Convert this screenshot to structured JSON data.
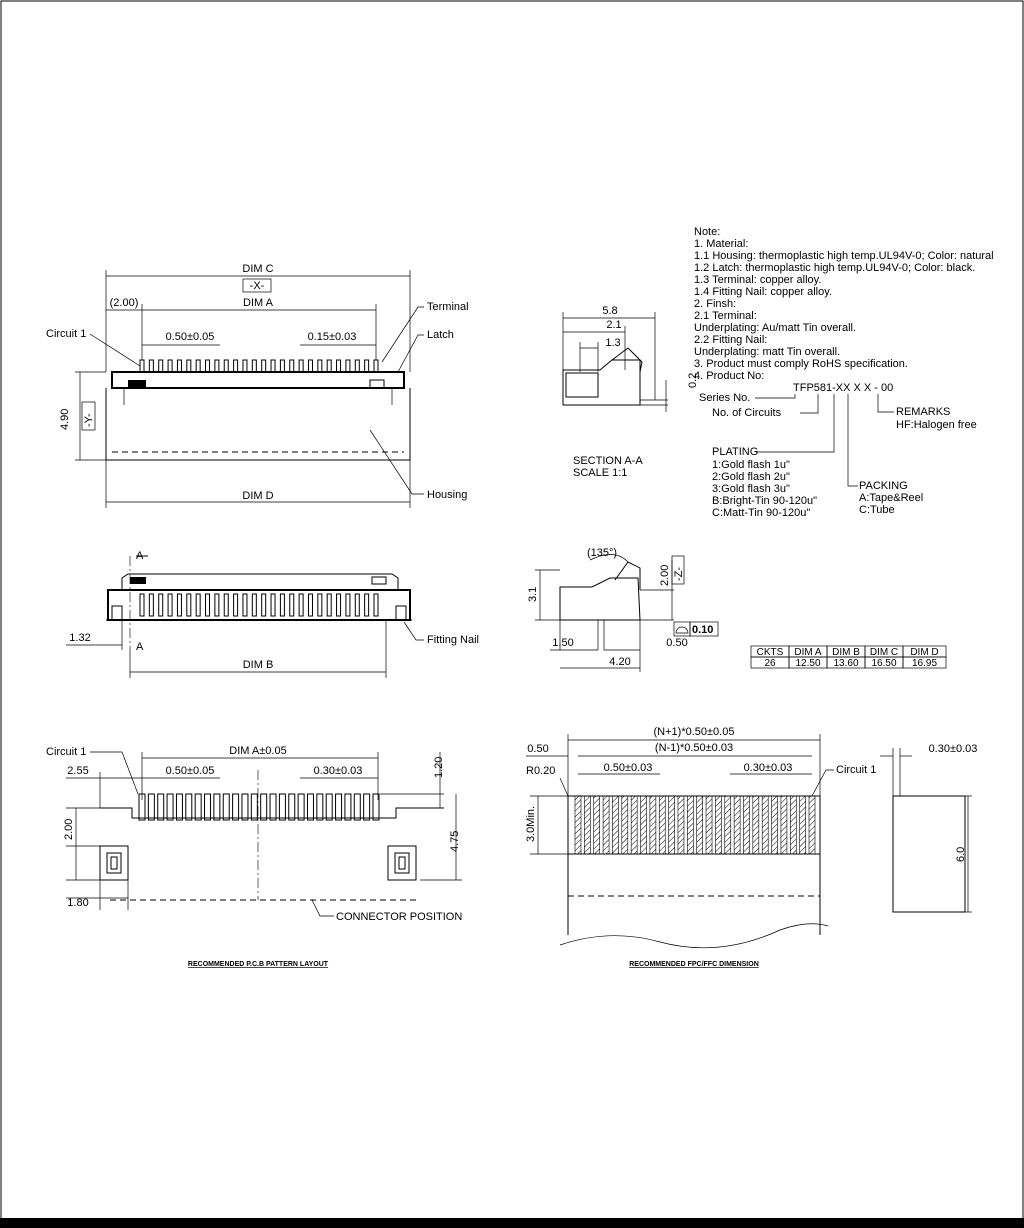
{
  "top_view": {
    "dim_c": "DIM C",
    "datum_x": "-X-",
    "pitch_dim": "(2.00)",
    "dim_a": "DIM A",
    "pitch_050": "0.50±0.05",
    "width_015": "0.15±0.03",
    "circuit1": "Circuit 1",
    "terminal": "Terminal",
    "latch": "Latch",
    "height": "4.90",
    "datum_y": "-Y-",
    "housing": "Housing",
    "dim_d": "DIM D"
  },
  "section": {
    "d58": "5.8",
    "d21": "2.1",
    "d13": "1.3",
    "d02": "0.2",
    "title": "SECTION A-A",
    "scale": "SCALE    1:1"
  },
  "notes": {
    "lines": [
      "Note:",
      "1. Material:",
      "  1.1 Housing: thermoplastic high temp.UL94V-0; Color: natural",
      "  1.2 Latch: thermoplastic high temp.UL94V-0; Color: black.",
      "  1.3 Terminal: copper alloy.",
      "  1.4 Fitting Nail: copper alloy.",
      "2. Finsh:",
      "  2.1 Terminal:",
      "        Underplating: Au/matt Tin overall.",
      "  2.2 Fitting Nail:",
      "        Underplating: matt Tin overall.",
      "3. Product must comply  RoHS specification.",
      "4. Product No:"
    ]
  },
  "part_number": {
    "code": "TFP581-XX X X - 00",
    "series": "Series No.",
    "circuits": "No. of Circuits",
    "remarks": "REMARKS",
    "remarks_hf": "HF:Halogen free",
    "plating_title": "PLATING",
    "plating": [
      "1:Gold flash 1u\"",
      "2:Gold flash 2u\"",
      "3:Gold flash 3u\"",
      "B:Bright-Tin 90-120u\"",
      "C:Matt-Tin 90-120u\""
    ],
    "packing_title": "PACKING",
    "packing": [
      "A:Tape&Reel",
      "C:Tube"
    ]
  },
  "front_view": {
    "a_mark": "A",
    "d132": "1.32",
    "dim_b": "DIM B",
    "fitting_nail": "Fitting Nail"
  },
  "side_view": {
    "angle": "(135°)",
    "d200": "2.00",
    "datum_z": "-Z-",
    "d31": "3.1",
    "d150": "1.50",
    "d050": "0.50",
    "d420": "4.20",
    "flatness": "0.10"
  },
  "table": {
    "headers": [
      "CKTS",
      "DIM A",
      "DIM B",
      "DIM C",
      "DIM D"
    ],
    "rows": [
      [
        "26",
        "12.50",
        "13.60",
        "16.50",
        "16.95"
      ]
    ]
  },
  "pcb": {
    "circuit1": "Circuit 1",
    "dim_a": "DIM A±0.05",
    "d255": "2.55",
    "pitch": "0.50±0.05",
    "width": "0.30±0.03",
    "d120": "1.20",
    "d200": "2.00",
    "d475": "4.75",
    "d180": "1.80",
    "connector": "CONNECTOR POSITION",
    "title": "RECOMMENDED P.C.B PATTERN LAYOUT"
  },
  "fpc": {
    "np1": "(N+1)*0.50±0.05",
    "nm1": "(N-1)*0.50±0.03",
    "d050": "0.50",
    "r020": "R0.20",
    "pitch": "0.50±0.03",
    "width": "0.30±0.03",
    "circuit1": "Circuit 1",
    "d30min": "3.0Min.",
    "thick": "0.30±0.03",
    "d60": "6.0",
    "title": "RECOMMENDED FPC/FFC DIMENSION"
  }
}
